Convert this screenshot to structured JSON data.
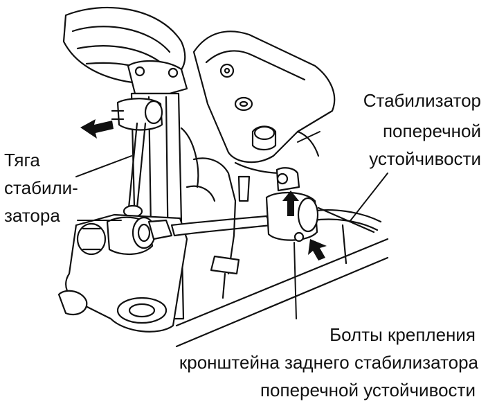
{
  "labels": {
    "stabilizer_line1": "Стабилизатор",
    "stabilizer_line2": "поперечной",
    "stabilizer_line3": "устойчивости",
    "rod_line1": "Тяга",
    "rod_line2": "стабили-",
    "rod_line3": "затора",
    "bolts_line1": "Болты крепления",
    "bolts_line2": "кронштейна заднего стабилизатора",
    "bolts_line3": "поперечной устойчивости"
  },
  "colors": {
    "ink": "#111111",
    "paper": "#ffffff"
  }
}
